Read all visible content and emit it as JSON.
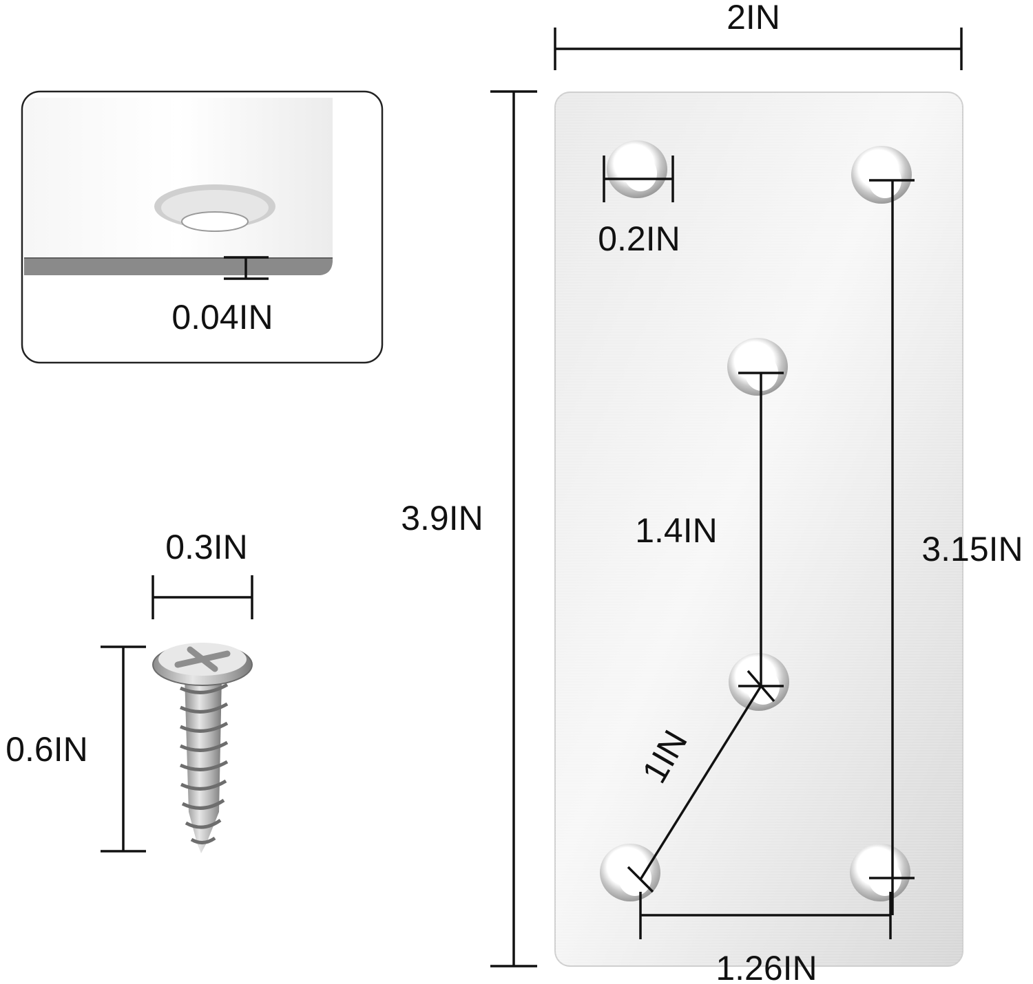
{
  "colors": {
    "plate_metal": "#dcdcdc",
    "plate_highlight": "#f4f4f4",
    "hole_rim": "#b9b9b9",
    "dimension_line": "#111111",
    "inset_border": "#222222"
  },
  "labels": {
    "plate_width": "2IN",
    "plate_height": "3.9IN",
    "hole_diameter": "0.2IN",
    "outer_hole_spacing": "3.15IN",
    "center_hole_spacing": "1.4IN",
    "diagonal_spacing": "1IN",
    "bottom_hole_spacing": "1.26IN",
    "plate_thickness": "0.04IN",
    "screw_head_diameter": "0.3IN",
    "screw_length": "0.6IN"
  }
}
